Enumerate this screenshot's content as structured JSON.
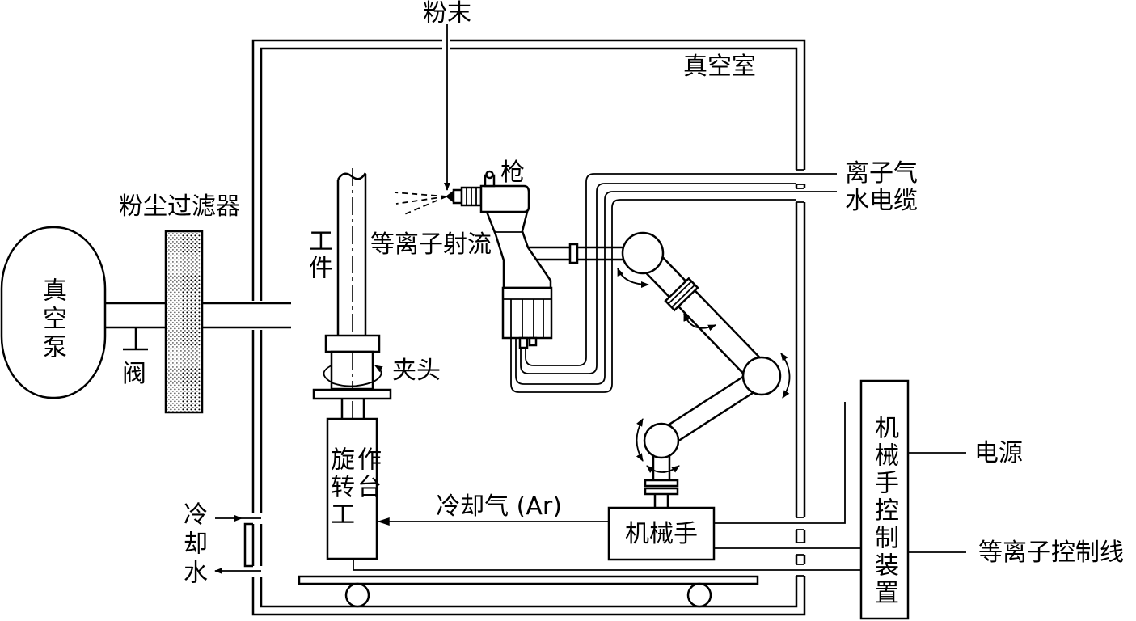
{
  "diagram": {
    "labels": {
      "powder": "粉末",
      "vacuum_chamber": "真空室",
      "gun": "枪",
      "plasma_gas": "离子气",
      "water_power_cable": "水电缆",
      "dust_filter": "粉尘过滤器",
      "plasma_jet": "等离子射流",
      "workpiece": "工件",
      "vacuum_pump": "真空泵",
      "valve": "阀",
      "chuck": "夹头",
      "rotary_table": "旋转工作台",
      "robot_controller": "机械手控制装置",
      "power_supply": "电源",
      "cooling_gas": "冷却气 (Ar)",
      "robot": "机械手",
      "cooling_water": "冷却水",
      "plasma_control_line": "等离子控制线"
    },
    "colors": {
      "line": "#000000",
      "background": "#ffffff"
    }
  }
}
